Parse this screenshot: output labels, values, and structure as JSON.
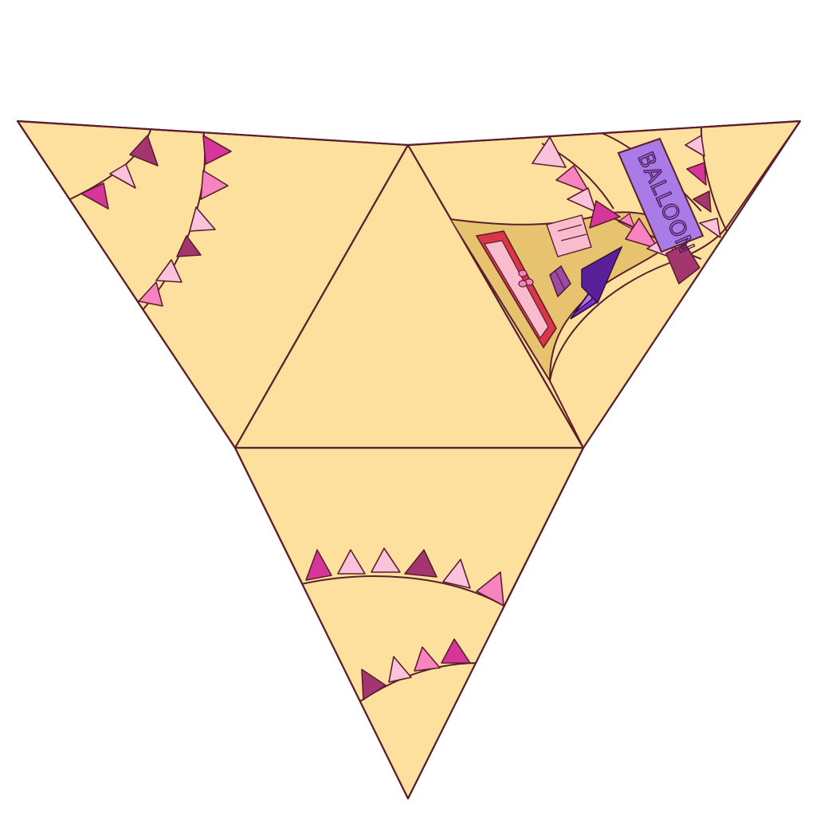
{
  "banner": {
    "text": "BALLOON"
  },
  "palette": {
    "paper": "#fde09e",
    "sand": "#e8c36f",
    "outline": "#5a1e2c",
    "flag_magenta": "#d6369a",
    "flag_pink": "#f784c0",
    "flag_light_pink": "#fbc2dc",
    "flag_plum": "#a3356f",
    "banner_purple": "#a97be6",
    "rug_red": "#d9364a",
    "rug_pink": "#f8bccd",
    "tent_purple": "#7b2fcb"
  },
  "icons": [
    "bunting-flag",
    "balloon-banner",
    "rug",
    "chest",
    "tent",
    "sandcastle"
  ]
}
